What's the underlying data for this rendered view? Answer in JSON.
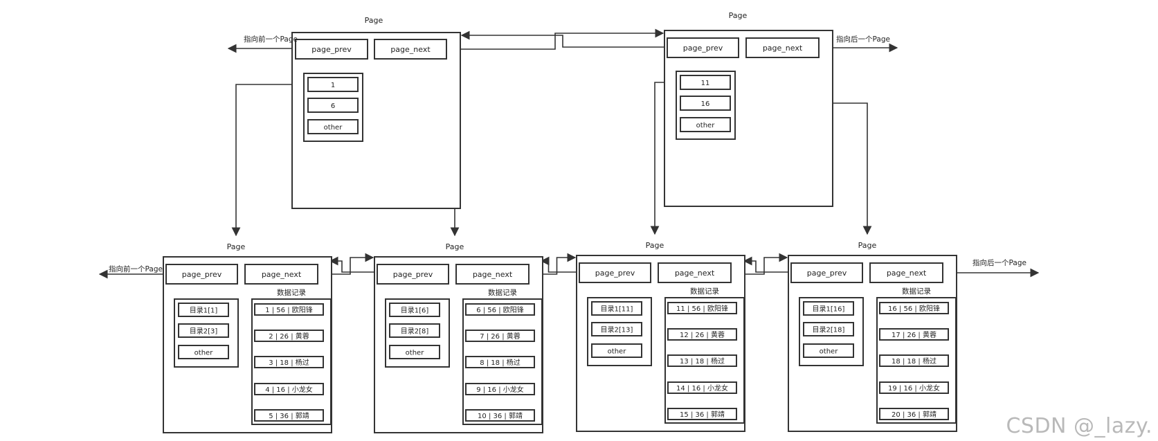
{
  "page_label": "Page",
  "prev_pointer": "page_prev",
  "next_pointer": "page_next",
  "prev_arrow_label": "指向前一个Page",
  "next_arrow_label": "指向后一个Page",
  "data_records_label": "数据记录",
  "other_label": "other",
  "top_pages": [
    {
      "entries": [
        "1",
        "6",
        "other"
      ]
    },
    {
      "entries": [
        "11",
        "16",
        "other"
      ]
    }
  ],
  "leaf_pages": [
    {
      "directory": [
        "目录1[1]",
        "目录2[3]",
        "other"
      ],
      "records": [
        "1 | 56 | 欧阳锋",
        "2 | 26 | 黄蓉",
        "3 | 18 | 杨过",
        "4 | 16 | 小龙女",
        "5 | 36 | 郭靖"
      ]
    },
    {
      "directory": [
        "目录1[6]",
        "目录2[8]",
        "other"
      ],
      "records": [
        "6 | 56 | 欧阳锋",
        "7 | 26 | 黄蓉",
        "8 | 18 | 杨过",
        "9 | 16 | 小龙女",
        "10 | 36 | 郭靖"
      ]
    },
    {
      "directory": [
        "目录1[11]",
        "目录2[13]",
        "other"
      ],
      "records": [
        "11 | 56 | 欧阳锋",
        "12 | 26 | 黄蓉",
        "13 | 18 | 杨过",
        "14 | 16 | 小龙女",
        "15 | 36 | 郭靖"
      ]
    },
    {
      "directory": [
        "目录1[16]",
        "目录2[18]",
        "other"
      ],
      "records": [
        "16 | 56 | 欧阳锋",
        "17 | 26 | 黄蓉",
        "18 | 18 | 杨过",
        "19 | 16 | 小龙女",
        "20 | 36 | 郭靖"
      ]
    }
  ],
  "watermark": "CSDN @_lazy."
}
